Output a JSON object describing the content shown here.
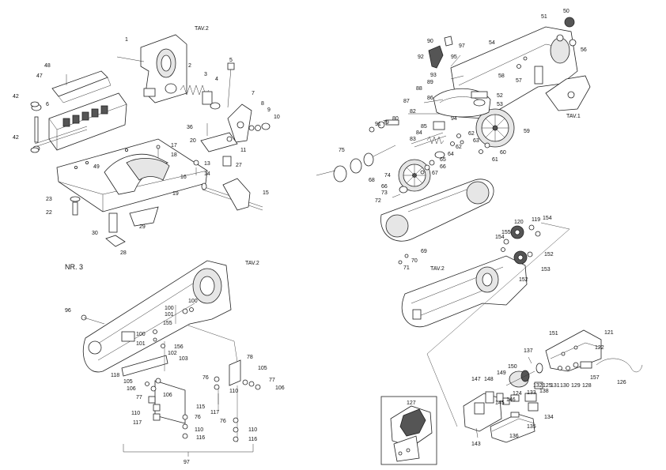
{
  "assemblies": {
    "vise_base": {
      "ref_label": "TAV.2",
      "callouts": [
        "1",
        "2",
        "3",
        "4",
        "5",
        "6",
        "7",
        "8",
        "9",
        "10",
        "11",
        "13",
        "14",
        "15",
        "16",
        "17",
        "18",
        "19",
        "20",
        "22",
        "23",
        "27",
        "28",
        "29",
        "30",
        "36",
        "42",
        "42",
        "47",
        "48",
        "49"
      ]
    },
    "wheels_blade": {
      "ref_label": "TAV.1",
      "callouts": [
        "50",
        "51",
        "52",
        "53",
        "54",
        "56",
        "57",
        "58",
        "59",
        "60",
        "61",
        "62",
        "62",
        "63",
        "64",
        "65",
        "66",
        "66",
        "67",
        "68",
        "69",
        "70",
        "71",
        "72",
        "73",
        "74",
        "75",
        "79",
        "80",
        "82",
        "83",
        "84",
        "85",
        "86",
        "87",
        "88",
        "89",
        "90",
        "91",
        "92",
        "93",
        "94",
        "95",
        "97"
      ]
    },
    "blade_guard": {
      "ref_label": "TAV.2",
      "callouts": [
        "119",
        "120",
        "121",
        "152",
        "152",
        "153",
        "154",
        "154",
        "155"
      ]
    },
    "motor": {
      "callouts": [
        "122",
        "124",
        "125",
        "126",
        "128",
        "129",
        "130",
        "131",
        "132",
        "133",
        "134",
        "135",
        "136",
        "137",
        "138",
        "143",
        "145",
        "146",
        "147",
        "148",
        "149",
        "150",
        "151",
        "157"
      ]
    },
    "motor_inset": {
      "callouts": [
        "127"
      ]
    },
    "nr3": {
      "title": "NR. 3",
      "ref_label": "TAV.2",
      "callouts": [
        "76",
        "76",
        "76",
        "77",
        "77",
        "78",
        "96",
        "97",
        "100",
        "100",
        "100",
        "101",
        "101",
        "102",
        "103",
        "105",
        "105",
        "106",
        "106",
        "106",
        "110",
        "110",
        "110",
        "110",
        "115",
        "116",
        "116",
        "117",
        "117",
        "118",
        "155",
        "156"
      ]
    }
  },
  "colors": {
    "line": "#222222",
    "text": "#111111",
    "paper": "#ffffff",
    "fill_grey": "#e6e6e6",
    "fill_dark": "#555555"
  }
}
